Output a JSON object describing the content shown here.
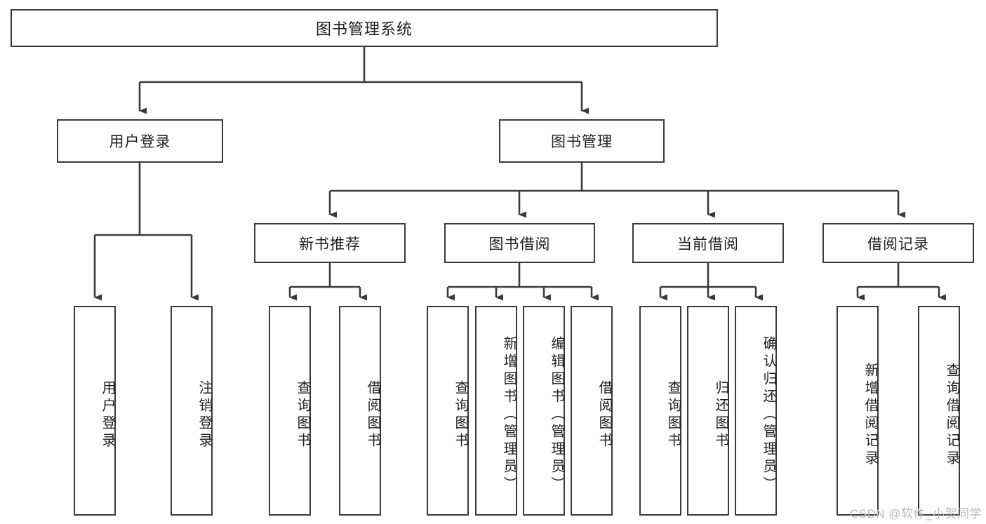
{
  "diagram": {
    "type": "tree-hierarchy",
    "title": "图书管理系统",
    "root": {
      "label": "图书管理系统"
    },
    "level2": [
      {
        "label": "用户登录"
      },
      {
        "label": "图书管理"
      }
    ],
    "level3": [
      {
        "label": "新书推荐"
      },
      {
        "label": "图书借阅"
      },
      {
        "label": "当前借阅"
      },
      {
        "label": "借阅记录"
      }
    ],
    "leaves": {
      "user_login": [
        {
          "label": "用户登录"
        },
        {
          "label": "注销登录"
        }
      ],
      "new_book_recommend": [
        {
          "label": "查询图书"
        },
        {
          "label": "借阅图书"
        }
      ],
      "book_borrow": [
        {
          "label": "查询图书"
        },
        {
          "label": "新增图书（管理员）"
        },
        {
          "label": "编辑图书（管理员）"
        },
        {
          "label": "借阅图书"
        }
      ],
      "current_borrow": [
        {
          "label": "查询图书"
        },
        {
          "label": "归还图书"
        },
        {
          "label": "确认归还（管理员）"
        }
      ],
      "borrow_record": [
        {
          "label": "新增借阅记录"
        },
        {
          "label": "查询借阅记录"
        }
      ]
    }
  },
  "watermark": {
    "text": "CSDN @软件_小贺同学"
  },
  "colors": {
    "box_border": "#3a3a3a",
    "box_fill": "#ffffff",
    "line": "#3a3a3a",
    "text": "#1f1f1f",
    "watermark": "#b9b9b9"
  }
}
